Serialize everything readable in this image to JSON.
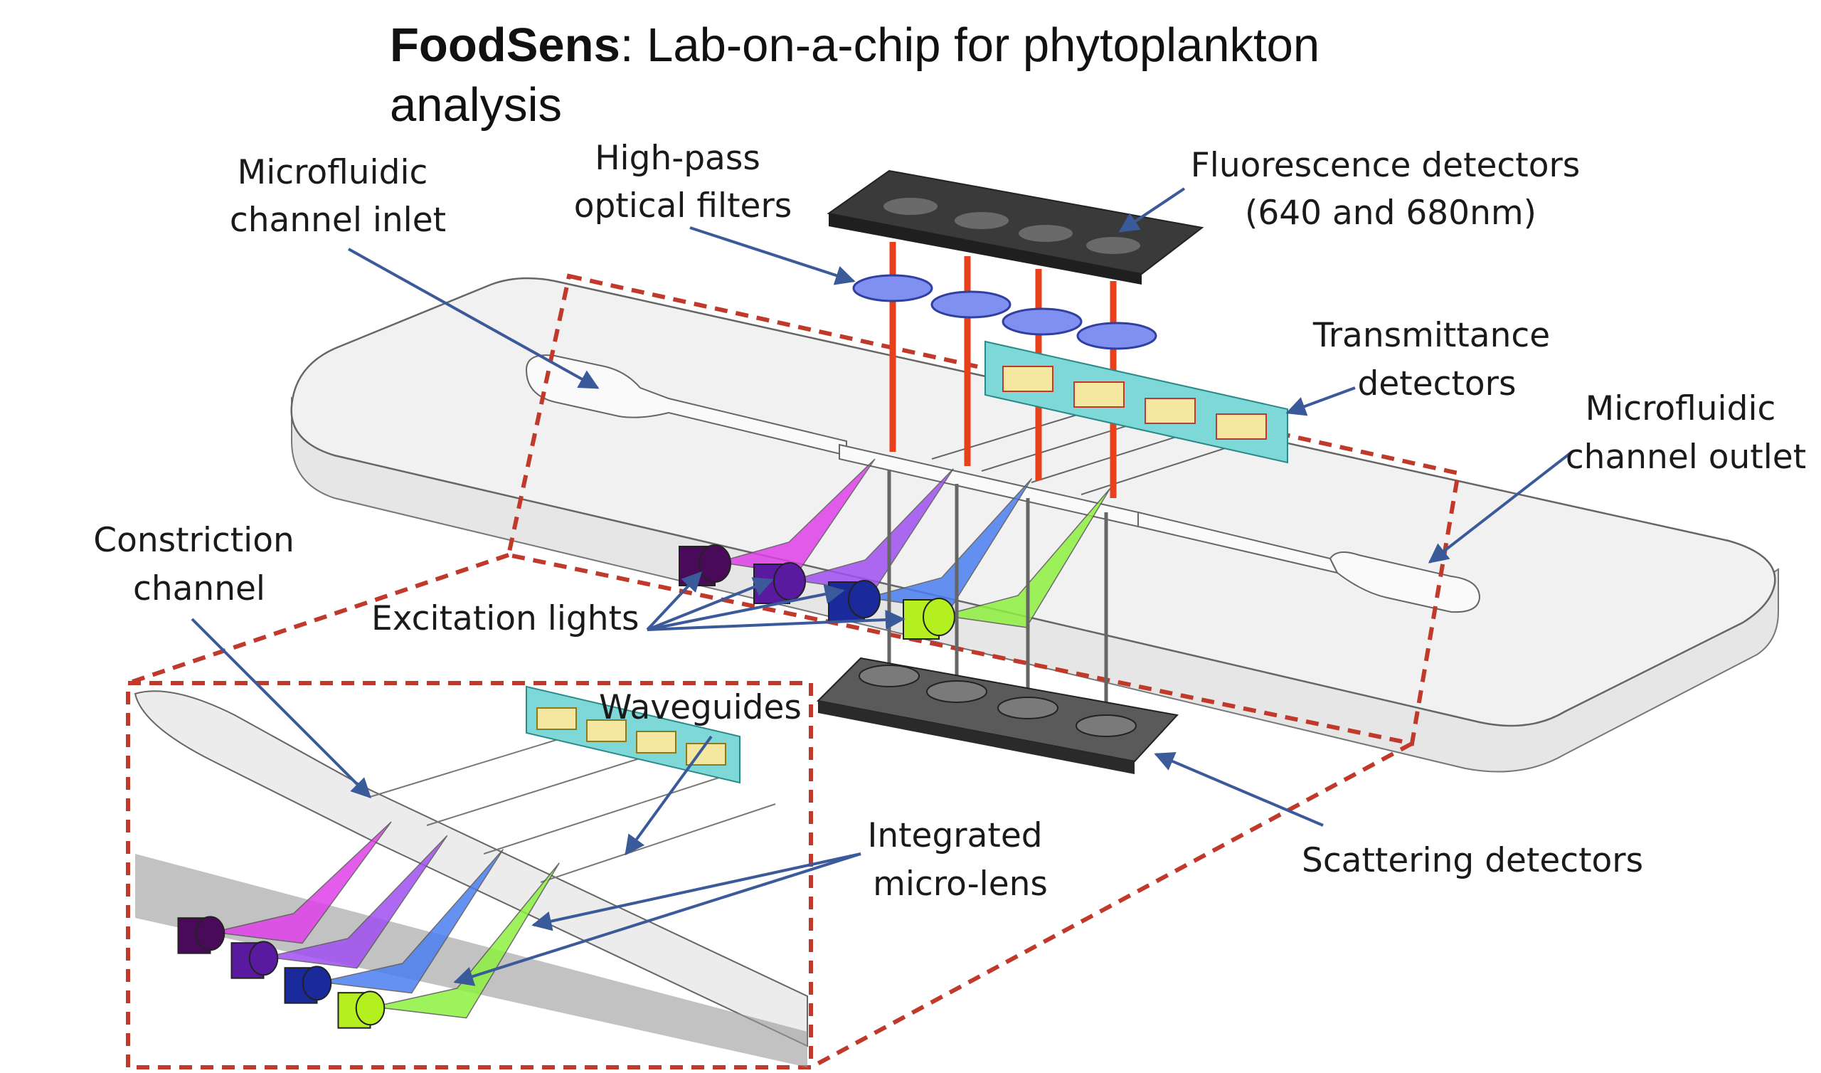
{
  "title": {
    "bold": "FoodSens",
    "rest": ": Lab-on-a-chip for phytoplankton",
    "line2": "analysis"
  },
  "labels": {
    "inlet": [
      "Microfluidic",
      "channel inlet"
    ],
    "filters": [
      "High-pass",
      "optical filters"
    ],
    "fluorescence": [
      "Fluorescence detectors",
      "(640 and 680nm)"
    ],
    "transmittance": [
      "Transmittance",
      "detectors"
    ],
    "outlet": [
      "Microfluidic",
      "channel outlet"
    ],
    "constriction": [
      "Constriction",
      "channel"
    ],
    "excitation": "Excitation lights",
    "waveguides": "Waveguides",
    "microlens": [
      "Integrated",
      "micro-lens"
    ],
    "scattering": "Scattering detectors"
  },
  "colors": {
    "beam_colors": [
      "#e040e8",
      "#a050f0",
      "#4a7ef0",
      "#8ef040"
    ],
    "source_colors": [
      "#4a0a5a",
      "#5a1aa0",
      "#1a2a9a",
      "#b4f020"
    ],
    "dashed_box": "#c0392b",
    "arrow": "#3a5a9a",
    "fluorescence_rays": "#e8401a",
    "filter_fill": "#8090f0",
    "detector_board": "#3a3a3a",
    "transmittance_board": "#7fd8d8"
  }
}
